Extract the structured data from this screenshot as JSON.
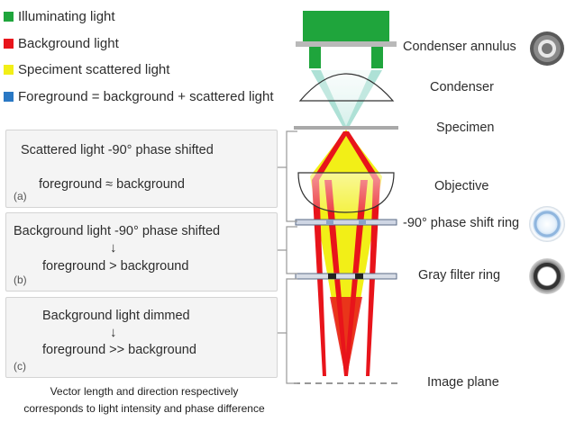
{
  "colors": {
    "illuminating": "#1fa53c",
    "background": "#e8141b",
    "scattered": "#f2ef17",
    "foreground": "#2a78c4"
  },
  "legend": [
    {
      "label": "Illuminating light",
      "color": "#1fa53c"
    },
    {
      "label": "Background light",
      "color": "#e8141b"
    },
    {
      "label": "Speciment scattered light",
      "color": "#f2ef17"
    },
    {
      "label": "Foreground = background + scattered light",
      "color": "#2a78c4"
    }
  ],
  "panels": [
    {
      "id": "a",
      "line1": "Scattered light -90° phase shifted",
      "arrow": "",
      "line2": "foreground ≈ background",
      "tag": "(a)"
    },
    {
      "id": "b",
      "line1": "Background light -90° phase shifted",
      "arrow": "↓",
      "line2": "foreground > background",
      "tag": "(b)"
    },
    {
      "id": "c",
      "line1": "Background light dimmed",
      "arrow": "↓",
      "line2": "foreground >> background",
      "tag": "(c)"
    }
  ],
  "caption": {
    "line1": "Vector length and direction respectively",
    "line2": "corresponds to light intensity and phase difference"
  },
  "components": {
    "condenser_annulus": "Condenser annulus",
    "condenser": "Condenser",
    "specimen": "Specimen",
    "objective": "Objective",
    "phase_ring": "-90° phase shift ring",
    "gray_filter": "Gray filter ring",
    "image_plane": "Image plane"
  },
  "icons": [
    "condenser-annulus-icon",
    "phase-ring-icon",
    "gray-filter-ring-icon"
  ]
}
